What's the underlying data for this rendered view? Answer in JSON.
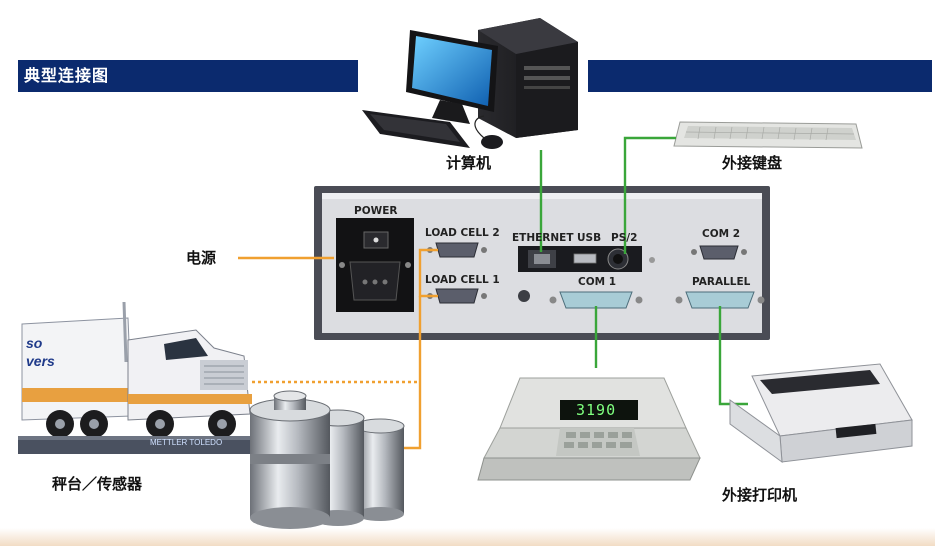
{
  "header": {
    "title": "典型连接图"
  },
  "labels": {
    "computer": "计算机",
    "keyboard": "外接键盘",
    "power_source": "电源",
    "platform_sensor": "秤台／传感器",
    "printer": "外接打印机"
  },
  "panel": {
    "power": "POWER",
    "load_cell_2": "LOAD CELL 2",
    "load_cell_1": "LOAD CELL 1",
    "ethernet": "ETHERNET",
    "usb": "USB",
    "ps2": "PS/2",
    "com1": "COM 1",
    "com2": "COM 2",
    "parallel": "PARALLEL"
  },
  "terminal": {
    "display": "3190"
  },
  "truck": {
    "trailer_text": "so\nvers",
    "scale_text": "METTLER TOLEDO"
  },
  "colors": {
    "banner": "#0b2a6e",
    "green_line": "#3aa63a",
    "orange_line": "#f0a030",
    "panel_face": "#dcdde1",
    "panel_frame": "#4a4c55"
  }
}
